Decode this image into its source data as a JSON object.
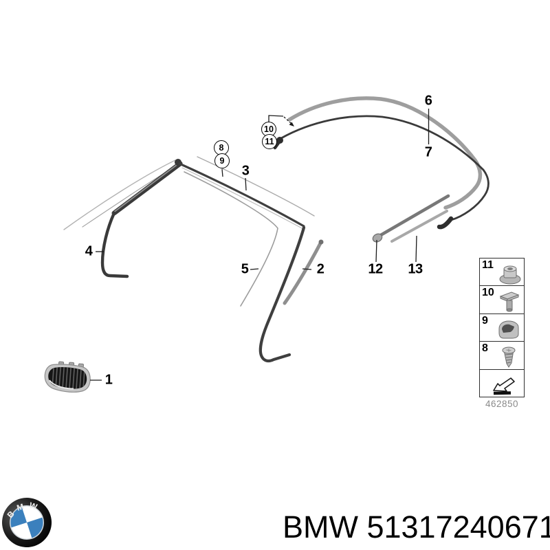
{
  "diagram": {
    "drawing_number": "462850",
    "labels": [
      {
        "text": "1"
      },
      {
        "text": "2"
      },
      {
        "text": "3"
      },
      {
        "text": "4"
      },
      {
        "text": "5"
      },
      {
        "text": "6"
      },
      {
        "text": "7"
      },
      {
        "text": "12"
      },
      {
        "text": "13"
      }
    ],
    "circled_labels": [
      {
        "text": "8"
      },
      {
        "text": "9"
      },
      {
        "text": "10"
      },
      {
        "text": "11"
      }
    ],
    "legend": {
      "items": [
        {
          "number": "11",
          "icon": "flange-nut-icon"
        },
        {
          "number": "10",
          "icon": "t-head-rivet-icon"
        },
        {
          "number": "9",
          "icon": "cage-clip-icon"
        },
        {
          "number": "8",
          "icon": "tapping-screw-icon"
        }
      ],
      "direction_cell_icon": "direction-arrow-icon"
    },
    "part_colors": {
      "seal_dark": "#3a3a3a",
      "trim_gray": "#9d9d9d"
    }
  },
  "footer": {
    "brand_text": "BMW 51317240671",
    "logo_text": "BMW"
  },
  "brand": {
    "bmw_blue": "#3b80bd",
    "roundel_black": "#111111"
  }
}
